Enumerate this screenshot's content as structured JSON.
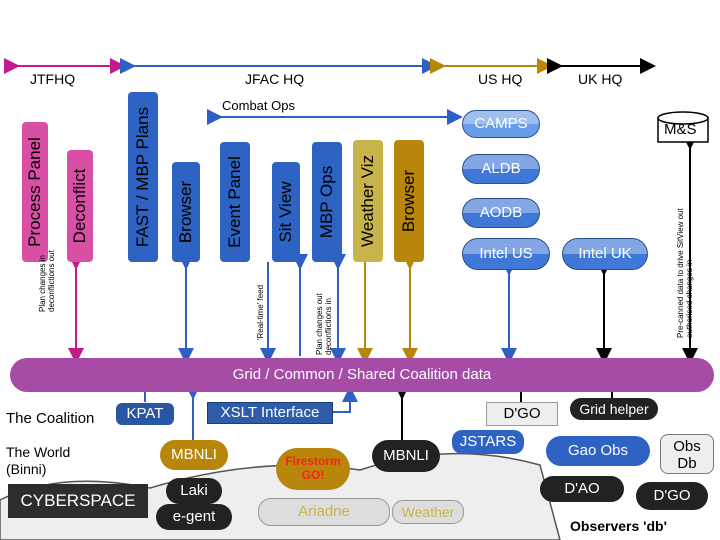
{
  "headers": {
    "jtfhq": "JTFHQ",
    "jfac": "JFAC HQ",
    "combat": "Combat Ops",
    "ushq": "US HQ",
    "ukhq": "UK HQ"
  },
  "vertical_bars": {
    "process_panel": "Process Panel",
    "deconflict": "Deconflict",
    "fast": "FAST / MBP Plans",
    "browser1": "Browser",
    "event_panel": "Event Panel",
    "sitview": "Sit View",
    "mbp_ops": "MBP Ops",
    "weather_viz": "Weather Viz",
    "browser2": "Browser"
  },
  "side_notes": {
    "plan_changes_out": "Plan changes in\ndeconflictions out",
    "realtime_feed": "'Real-time' feed",
    "plan_changes_in": "Plan changes out\ndeconflictions in",
    "precanned": "Pre-canned data to drive SitView out\nauthorised changes in"
  },
  "systems": {
    "camps": "CAMPS",
    "aldb": "ALDB",
    "aodb": "AODB",
    "intel_us": "Intel US",
    "intel_uk": "Intel UK",
    "mands": "M&S"
  },
  "grid": "Grid / Common / Shared Coalition data",
  "bottom": {
    "coalition": "The Coalition",
    "kpat": "KPAT",
    "xslt": "XSLT Interface",
    "dgo_top": "D'GO",
    "grid_helper": "Grid helper",
    "world": "The World\n(Binni)",
    "mbnli1": "MBNLI",
    "firestorm": "Firestorm\nGO!",
    "mbnli2": "MBNLI",
    "jstars": "JSTARS",
    "gao_obs": "Gao Obs",
    "obs_db": "Obs\nDb",
    "cyberspace": "CYBERSPACE",
    "laki": "Laki",
    "egent": "e-gent",
    "ariadne": "Ariadne",
    "weather": "Weather",
    "dao": "D'AO",
    "dgo_bottom": "D'GO",
    "observers": "Observers 'db'"
  },
  "colors": {
    "pink": "#c94a9a",
    "purple": "#a64ca6",
    "blue": "#2e63c4",
    "gold": "#b8860b",
    "olive": "#c8b44a"
  }
}
